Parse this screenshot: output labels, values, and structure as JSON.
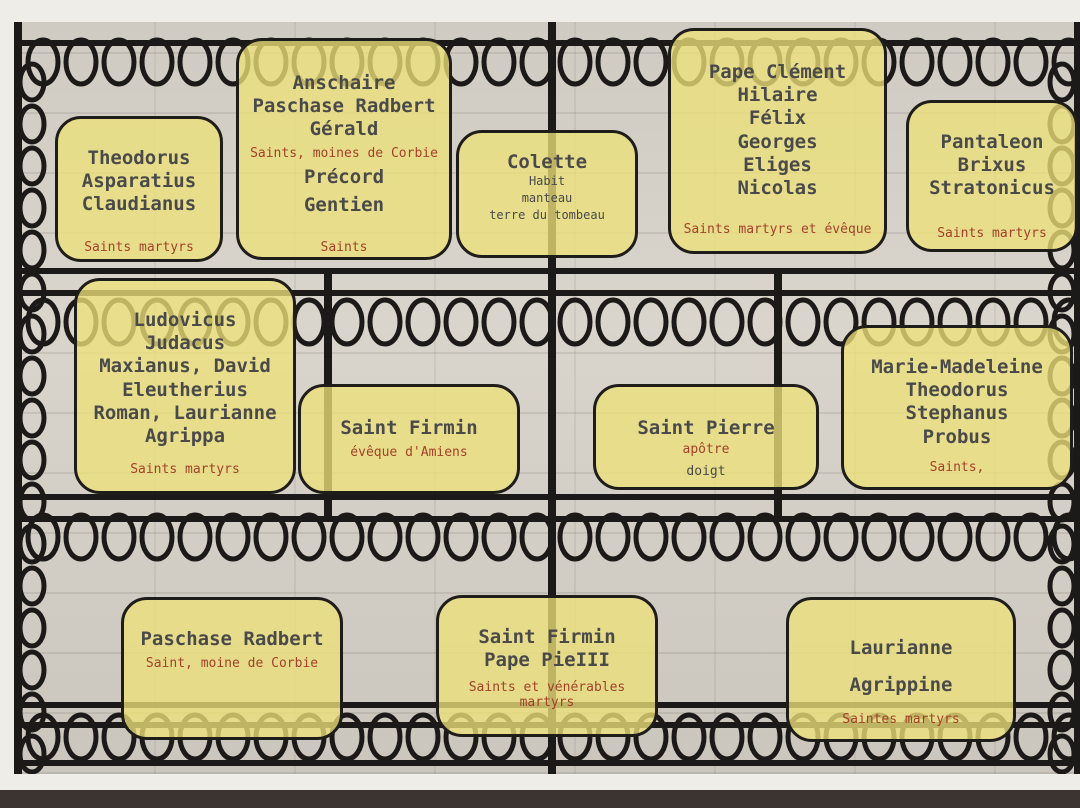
{
  "panels": {
    "theodorus": {
      "names": [
        "Theodorus",
        "Asparatius",
        "Claudianus"
      ],
      "caption": "Saints martyrs"
    },
    "anschaire": {
      "names": [
        "Anschaire",
        "Paschase Radbert",
        "Gérald"
      ],
      "caption": "Saints, moines de Corbie",
      "names2": [
        "Précord",
        "Gentien"
      ],
      "caption2": "Saints"
    },
    "colette": {
      "name": "Colette",
      "notes": [
        "Habit",
        "manteau",
        "terre du tombeau"
      ]
    },
    "clement": {
      "names": [
        "Pape Clément",
        "Hilaire",
        "Félix",
        "Georges",
        "Eliges",
        "Nicolas"
      ],
      "caption": "Saints martyrs et évêque"
    },
    "pantaleon": {
      "names": [
        "Pantaleon",
        "Brixus",
        "Stratonicus"
      ],
      "caption": "Saints martyrs"
    },
    "ludovicus": {
      "names": [
        "Ludovicus",
        "Judacus",
        "Maxianus, David",
        "Eleutherius",
        "Roman, Laurianne",
        "Agrippa"
      ],
      "caption": "Saints martyrs"
    },
    "firmin": {
      "name": "Saint Firmin",
      "caption": "évêque d'Amiens"
    },
    "pierre": {
      "name": "Saint Pierre",
      "notes": [
        "apôtre",
        "doigt"
      ]
    },
    "marie": {
      "names": [
        "Marie-Madeleine",
        "Theodorus",
        "Stephanus",
        "Probus"
      ],
      "caption": "Saints,"
    },
    "paschase": {
      "name": "Paschase Radbert",
      "caption": "Saint, moine de Corbie"
    },
    "firmin_pie": {
      "names": [
        "Saint Firmin",
        "Pape PieIII"
      ],
      "caption": "Saints et vénérables martyrs"
    },
    "laurianne": {
      "names": [
        "Laurianne",
        "Agrippine"
      ],
      "caption": "Saintes martyrs"
    }
  },
  "colors": {
    "panel_fill": "#ece078",
    "panel_border": "#1f1d1a",
    "caption": "#a4412a",
    "ironwork": "#1c1a18",
    "stone": "#d4d0c8"
  }
}
